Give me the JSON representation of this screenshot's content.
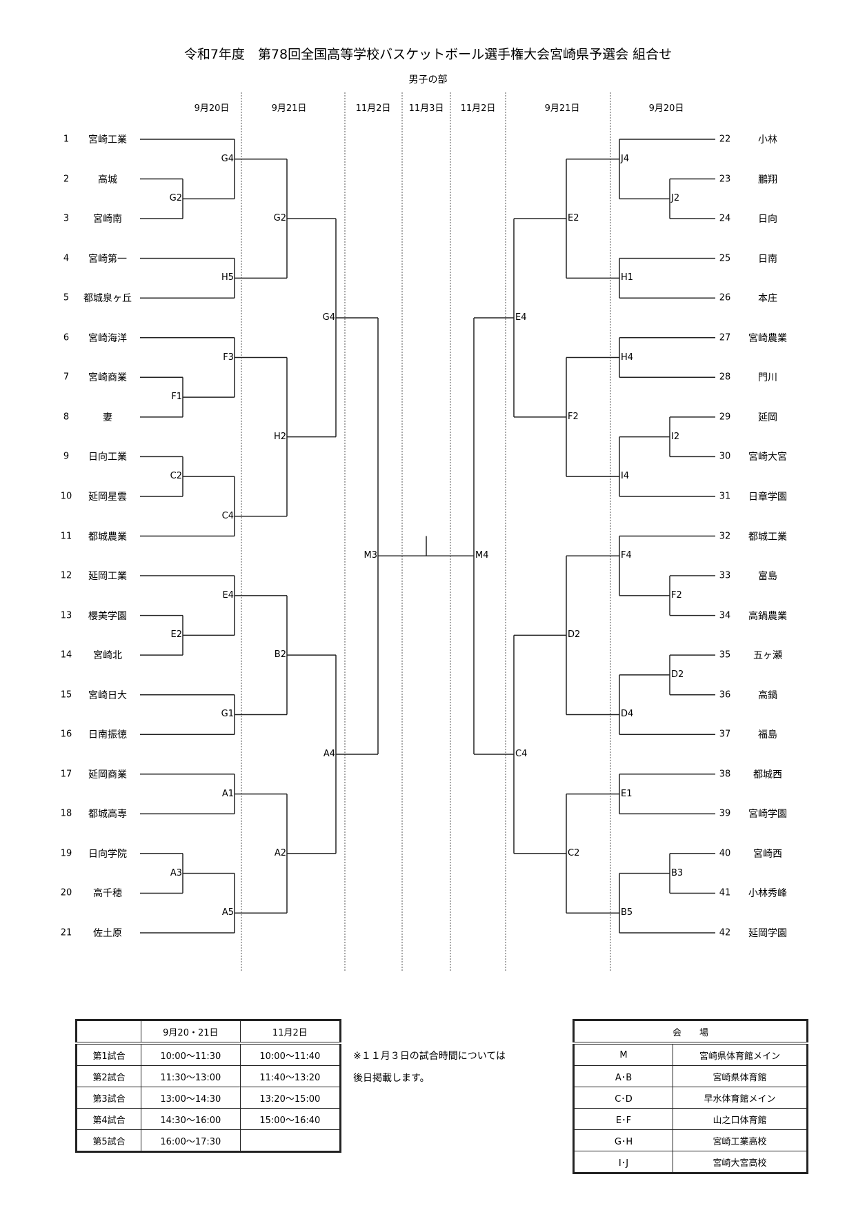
{
  "title": "令和7年度　第78回全国高等学校バスケットボール選手権大会宮崎県予選会 組合せ",
  "subtitle": "男子の部",
  "dates": [
    "9月20日",
    "9月21日",
    "11月2日",
    "11月3日",
    "11月2日",
    "9月21日",
    "9月20日"
  ],
  "left_teams": [
    {
      "no": "1",
      "name": "宮崎工業"
    },
    {
      "no": "2",
      "name": "高城"
    },
    {
      "no": "3",
      "name": "宮崎南"
    },
    {
      "no": "4",
      "name": "宮崎第一"
    },
    {
      "no": "5",
      "name": "都城泉ヶ丘"
    },
    {
      "no": "6",
      "name": "宮崎海洋"
    },
    {
      "no": "7",
      "name": "宮崎商業"
    },
    {
      "no": "8",
      "name": "妻"
    },
    {
      "no": "9",
      "name": "日向工業"
    },
    {
      "no": "10",
      "name": "延岡星雲"
    },
    {
      "no": "11",
      "name": "都城農業"
    },
    {
      "no": "12",
      "name": "延岡工業"
    },
    {
      "no": "13",
      "name": "櫻美学園"
    },
    {
      "no": "14",
      "name": "宮崎北"
    },
    {
      "no": "15",
      "name": "宮崎日大"
    },
    {
      "no": "16",
      "name": "日南振徳"
    },
    {
      "no": "17",
      "name": "延岡商業"
    },
    {
      "no": "18",
      "name": "都城高専"
    },
    {
      "no": "19",
      "name": "日向学院"
    },
    {
      "no": "20",
      "name": "高千穂"
    },
    {
      "no": "21",
      "name": "佐土原"
    }
  ],
  "right_teams": [
    {
      "no": "22",
      "name": "小林"
    },
    {
      "no": "23",
      "name": "鵬翔"
    },
    {
      "no": "24",
      "name": "日向"
    },
    {
      "no": "25",
      "name": "日南"
    },
    {
      "no": "26",
      "name": "本庄"
    },
    {
      "no": "27",
      "name": "宮崎農業"
    },
    {
      "no": "28",
      "name": "門川"
    },
    {
      "no": "29",
      "name": "延岡"
    },
    {
      "no": "30",
      "name": "宮崎大宮"
    },
    {
      "no": "31",
      "name": "日章学園"
    },
    {
      "no": "32",
      "name": "都城工業"
    },
    {
      "no": "33",
      "name": "富島"
    },
    {
      "no": "34",
      "name": "高鍋農業"
    },
    {
      "no": "35",
      "name": "五ヶ瀬"
    },
    {
      "no": "36",
      "name": "高鍋"
    },
    {
      "no": "37",
      "name": "福島"
    },
    {
      "no": "38",
      "name": "都城西"
    },
    {
      "no": "39",
      "name": "宮崎学園"
    },
    {
      "no": "40",
      "name": "宮崎西"
    },
    {
      "no": "41",
      "name": "小林秀峰"
    },
    {
      "no": "42",
      "name": "延岡学園"
    }
  ],
  "left_matches": [
    {
      "id": "lG2a",
      "label": "G2",
      "round": 1,
      "children": [
        "t2",
        "t3"
      ]
    },
    {
      "id": "lG4a",
      "label": "G4",
      "round": 2,
      "children": [
        "t1",
        "lG2a"
      ]
    },
    {
      "id": "lH5",
      "label": "H5",
      "round": 2,
      "children": [
        "t4",
        "t5"
      ]
    },
    {
      "id": "lG2b",
      "label": "G2",
      "round": 3,
      "children": [
        "lG4a",
        "lH5"
      ]
    },
    {
      "id": "lF1",
      "label": "F1",
      "round": 1,
      "children": [
        "t7",
        "t8"
      ]
    },
    {
      "id": "lF3",
      "label": "F3",
      "round": 2,
      "children": [
        "t6",
        "lF1"
      ]
    },
    {
      "id": "lC2",
      "label": "C2",
      "round": 1,
      "children": [
        "t9",
        "t10"
      ]
    },
    {
      "id": "lC4",
      "label": "C4",
      "round": 2,
      "children": [
        "lC2",
        "t11"
      ]
    },
    {
      "id": "lH2",
      "label": "H2",
      "round": 3,
      "children": [
        "lF3",
        "lC4"
      ]
    },
    {
      "id": "lG4b",
      "label": "G4",
      "round": 4,
      "children": [
        "lG2b",
        "lH2"
      ]
    },
    {
      "id": "lE2",
      "label": "E2",
      "round": 1,
      "children": [
        "t13",
        "t14"
      ]
    },
    {
      "id": "lE4",
      "label": "E4",
      "round": 2,
      "children": [
        "t12",
        "lE2"
      ]
    },
    {
      "id": "lG1",
      "label": "G1",
      "round": 2,
      "children": [
        "t15",
        "t16"
      ]
    },
    {
      "id": "lB2",
      "label": "B2",
      "round": 3,
      "children": [
        "lE4",
        "lG1"
      ]
    },
    {
      "id": "lA1",
      "label": "A1",
      "round": 2,
      "children": [
        "t17",
        "t18"
      ]
    },
    {
      "id": "lA3",
      "label": "A3",
      "round": 1,
      "children": [
        "t19",
        "t20"
      ]
    },
    {
      "id": "lA5",
      "label": "A5",
      "round": 2,
      "children": [
        "lA3",
        "t21"
      ]
    },
    {
      "id": "lA2",
      "label": "A2",
      "round": 3,
      "children": [
        "lA1",
        "lA5"
      ]
    },
    {
      "id": "lA4",
      "label": "A4",
      "round": 4,
      "children": [
        "lB2",
        "lA2"
      ]
    },
    {
      "id": "lM3",
      "label": "M3",
      "round": 5,
      "children": [
        "lG4b",
        "lA4"
      ]
    }
  ],
  "right_matches": [
    {
      "id": "rJ2",
      "label": "J2",
      "round": 1,
      "children": [
        "t2",
        "t3"
      ]
    },
    {
      "id": "rJ4",
      "label": "J4",
      "round": 2,
      "children": [
        "t1",
        "rJ2"
      ]
    },
    {
      "id": "rH1",
      "label": "H1",
      "round": 2,
      "children": [
        "t4",
        "t5"
      ]
    },
    {
      "id": "rE2",
      "label": "E2",
      "round": 3,
      "children": [
        "rJ4",
        "rH1"
      ]
    },
    {
      "id": "rH4",
      "label": "H4",
      "round": 2,
      "children": [
        "t6",
        "t7"
      ]
    },
    {
      "id": "rI2",
      "label": "I2",
      "round": 1,
      "children": [
        "t8",
        "t9"
      ]
    },
    {
      "id": "rI4",
      "label": "I4",
      "round": 2,
      "children": [
        "rI2",
        "t10"
      ]
    },
    {
      "id": "rF2b",
      "label": "F2",
      "round": 3,
      "children": [
        "rH4",
        "rI4"
      ]
    },
    {
      "id": "rE4",
      "label": "E4",
      "round": 4,
      "children": [
        "rE2",
        "rF2b"
      ]
    },
    {
      "id": "rF2a",
      "label": "F2",
      "round": 1,
      "children": [
        "t12",
        "t13"
      ]
    },
    {
      "id": "rF4",
      "label": "F4",
      "round": 2,
      "children": [
        "t11",
        "rF2a"
      ]
    },
    {
      "id": "rD2a",
      "label": "D2",
      "round": 1,
      "children": [
        "t14",
        "t15"
      ]
    },
    {
      "id": "rD4",
      "label": "D4",
      "round": 2,
      "children": [
        "rD2a",
        "t16"
      ]
    },
    {
      "id": "rD2b",
      "label": "D2",
      "round": 3,
      "children": [
        "rF4",
        "rD4"
      ]
    },
    {
      "id": "rE1",
      "label": "E1",
      "round": 2,
      "children": [
        "t17",
        "t18"
      ]
    },
    {
      "id": "rB3",
      "label": "B3",
      "round": 1,
      "children": [
        "t19",
        "t20"
      ]
    },
    {
      "id": "rB5",
      "label": "B5",
      "round": 2,
      "children": [
        "rB3",
        "t21"
      ]
    },
    {
      "id": "rC2",
      "label": "C2",
      "round": 3,
      "children": [
        "rE1",
        "rB5"
      ]
    },
    {
      "id": "rC4",
      "label": "C4",
      "round": 4,
      "children": [
        "rD2b",
        "rC2"
      ]
    },
    {
      "id": "rM4",
      "label": "M4",
      "round": 5,
      "children": [
        "rE4",
        "rC4"
      ]
    }
  ],
  "schedule": {
    "headers": [
      "",
      "9月20・21日",
      "11月2日"
    ],
    "rows": [
      [
        "第1試合",
        "10:00～11:30",
        "10:00～11:40"
      ],
      [
        "第2試合",
        "11:30～13:00",
        "11:40～13:20"
      ],
      [
        "第3試合",
        "13:00～14:30",
        "13:20～15:00"
      ],
      [
        "第4試合",
        "14:30～16:00",
        "15:00～16:40"
      ],
      [
        "第5試合",
        "16:00～17:30",
        ""
      ]
    ]
  },
  "note": [
    "※１１月３日の試合時間については",
    "後日掲載します。"
  ],
  "venue": {
    "header": "会　　場",
    "rows": [
      [
        "M",
        "宮崎県体育館メイン"
      ],
      [
        "A･B",
        "宮崎県体育館"
      ],
      [
        "C･D",
        "早水体育館メイン"
      ],
      [
        "E･F",
        "山之口体育館"
      ],
      [
        "G･H",
        "宮崎工業高校"
      ],
      [
        "I･J",
        "宮崎大宮高校"
      ]
    ]
  }
}
